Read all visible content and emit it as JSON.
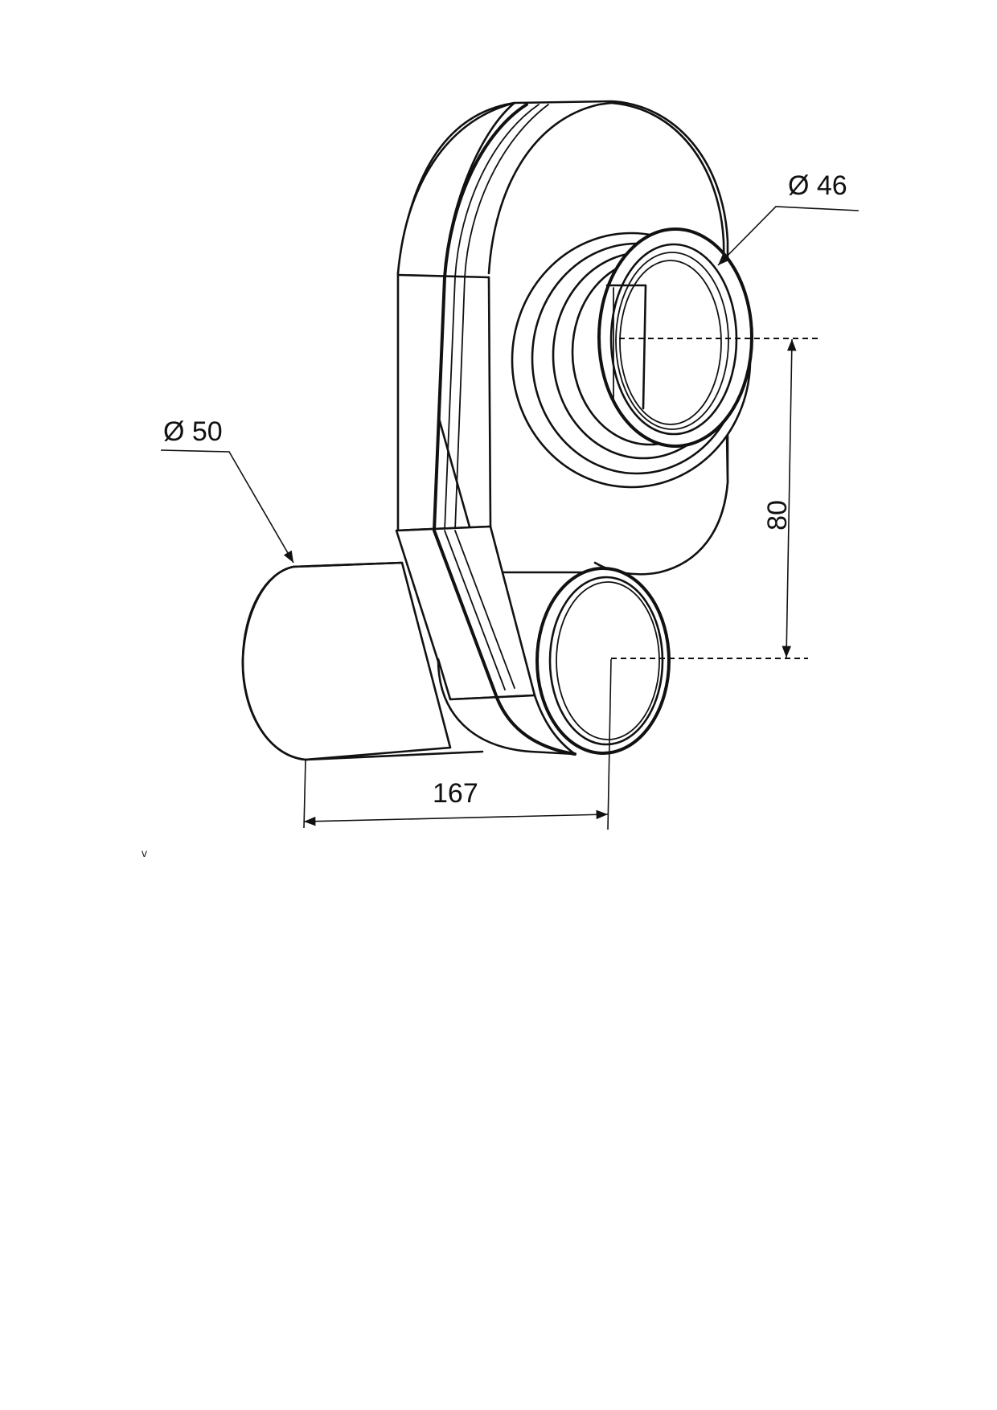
{
  "dimensions": {
    "outlet_diameter": "Ø 50",
    "inlet_diameter": "Ø 46",
    "height_offset": "80",
    "length": "167"
  },
  "stray_mark": "v",
  "colors": {
    "line": "#111111",
    "background": "#ffffff"
  }
}
